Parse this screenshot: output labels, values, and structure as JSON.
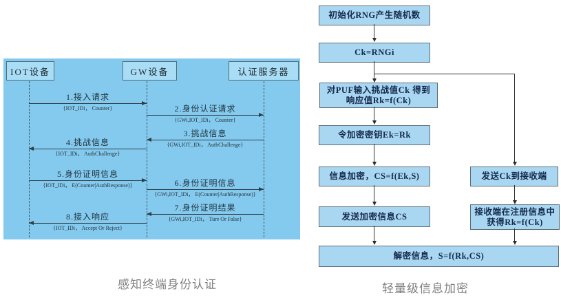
{
  "colors": {
    "seq_background": "#84c9ee",
    "box_fill": "#a9d7f2",
    "box_border": "#5a6b75",
    "line_color": "#2e2e2e",
    "caption_gray": "#7f7f7f"
  },
  "sequence": {
    "caption": "感知终端身份认证",
    "actors": [
      {
        "label": "IOT设备"
      },
      {
        "label": "GW设备"
      },
      {
        "label": "认证服务器"
      }
    ],
    "messages": [
      {
        "label": "1.接入请求",
        "sub": "{IOT_IDi， Counter}",
        "from": "IOT设备",
        "to": "GW设备",
        "direction": "right"
      },
      {
        "label": "2.身份认证请求",
        "sub": "{GWi,IOT_IDi， Counter}",
        "from": "GW设备",
        "to": "认证服务器",
        "direction": "right"
      },
      {
        "label": "3.挑战信息",
        "sub": "{GWi,IOT_IDi， AuthChallenge}",
        "from": "认证服务器",
        "to": "GW设备",
        "direction": "left"
      },
      {
        "label": "4.挑战信息",
        "sub": "{IOT_IDi， AuthChallenge}",
        "from": "GW设备",
        "to": "IOT设备",
        "direction": "left"
      },
      {
        "label": "5.身份证明信息",
        "sub": "{IOT_IDi， E(Counter|AuthResponse)}",
        "from": "IOT设备",
        "to": "GW设备",
        "direction": "right"
      },
      {
        "label": "6.身份证明信息",
        "sub": "{GWi,IOT_IDi， E(Counter|AuthResponse)}",
        "from": "GW设备",
        "to": "认证服务器",
        "direction": "right"
      },
      {
        "label": "7.身份证明结果",
        "sub": "{GWi,IOT_IDi， Ture Or False}",
        "from": "认证服务器",
        "to": "GW设备",
        "direction": "left"
      },
      {
        "label": "8.接入响应",
        "sub": "{IOT_IDi， Accept Or Reject}",
        "from": "GW设备",
        "to": "IOT设备",
        "direction": "left"
      }
    ]
  },
  "flowchart": {
    "caption": "轻量级信息加密",
    "boxes": [
      {
        "text": "初始化RNG产生随机数"
      },
      {
        "text": "Ck=RNGi"
      },
      {
        "text": "对PUF输入挑战值Ck 得到\n响应值Rk=f(Ck)"
      },
      {
        "text": "令加密密钥Ek=Rk"
      },
      {
        "text": "信息加密，CS=f(Ek,S)"
      },
      {
        "text": "发送加密信息CS"
      },
      {
        "text": "发送Ck到接收端"
      },
      {
        "text": "接收端在注册信息中\n获得Rk=f(Ck)"
      },
      {
        "text": "解密信息，S=f(Rk,CS)"
      }
    ]
  }
}
